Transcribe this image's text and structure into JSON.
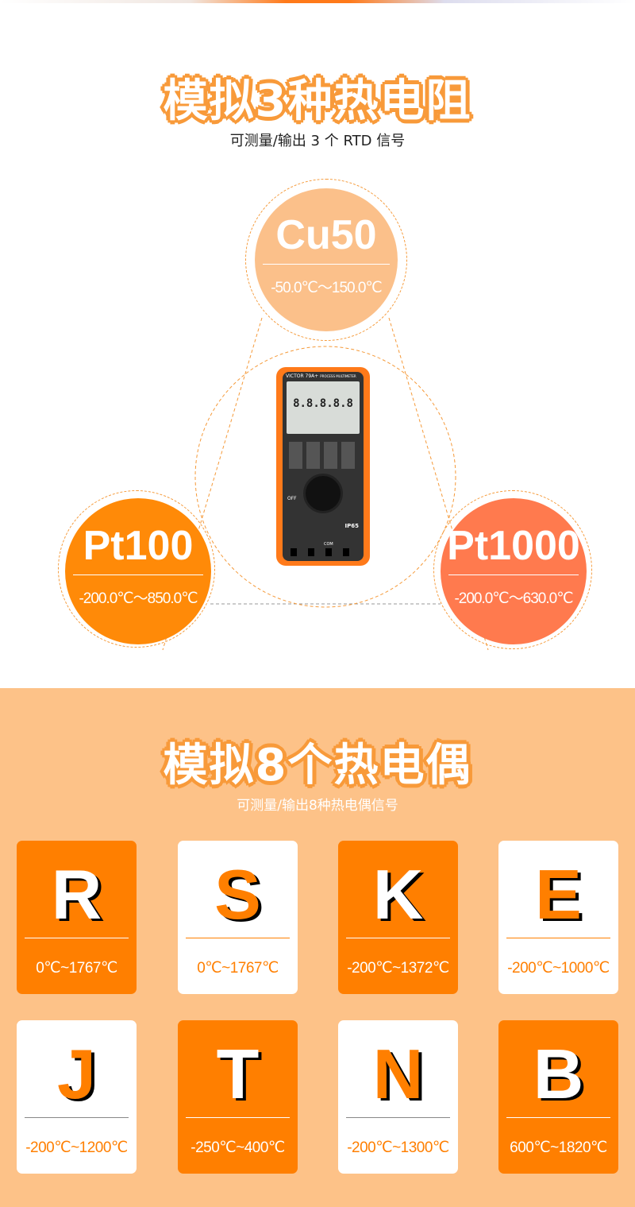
{
  "rtd": {
    "title": "模拟3种热电阻",
    "subtitle": "可测量/输出 3 个 RTD 信号",
    "items": [
      {
        "name": "Cu50",
        "range": "-50.0℃～150.0℃",
        "color": "#fbc08a"
      },
      {
        "name": "Pt100",
        "range": "-200.0℃～850.0℃",
        "color": "#ff8a08"
      },
      {
        "name": "Pt1000",
        "range": "-200.0℃～630.0℃",
        "color": "#ff7a4e"
      }
    ]
  },
  "product": {
    "brand": "VICTOR",
    "model": "79A+",
    "label": "PROCESS MULTIMETER",
    "display": "8.8.8.8.8",
    "ip": "IP65",
    "off": "OFF",
    "com": "COM"
  },
  "thermocouple": {
    "title": "模拟8个热电偶",
    "subtitle": "可测量/输出8种热电偶信号",
    "items": [
      {
        "letter": "R",
        "range": "0℃~1767℃"
      },
      {
        "letter": "S",
        "range": "0℃~1767℃"
      },
      {
        "letter": "K",
        "range": "-200℃~1372℃"
      },
      {
        "letter": "E",
        "range": "-200℃~1000℃"
      },
      {
        "letter": "J",
        "range": "-200℃~1200℃"
      },
      {
        "letter": "T",
        "range": "-250℃~400℃"
      },
      {
        "letter": "N",
        "range": "-200℃~1300℃"
      },
      {
        "letter": "B",
        "range": "600℃~1820℃"
      }
    ]
  }
}
